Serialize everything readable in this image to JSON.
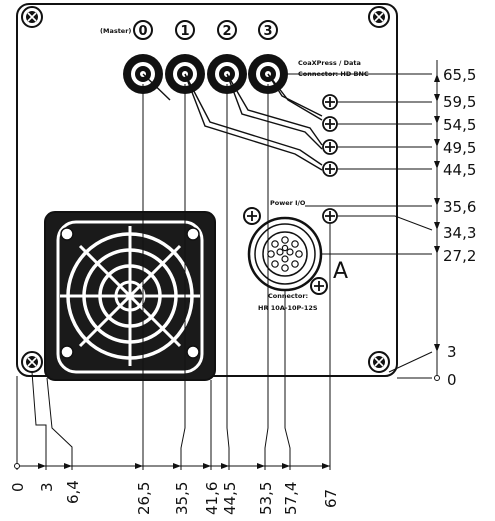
{
  "labels": {
    "master": "(Master)",
    "coax_label_1": "CoaXPress / Data",
    "coax_label_2": "Connector: HD BNC",
    "power_io": "Power I/O",
    "conn_label_1": "Connector:",
    "conn_label_2": "HR 10A-10P-12S",
    "marker_a": "A"
  },
  "ports": [
    "0",
    "1",
    "2",
    "3"
  ],
  "right_dimensions": [
    "65,5",
    "59,5",
    "54,5",
    "49,5",
    "44,5",
    "35,6",
    "34,3",
    "27,2",
    "3",
    "0"
  ],
  "bottom_dimensions": [
    "0",
    "3",
    "6,4",
    "26,5",
    "35,5",
    "41,6",
    "44,5",
    "53,5",
    "57,4",
    "67"
  ],
  "colors": {
    "line": "#111111",
    "fill": "#ffffff"
  }
}
